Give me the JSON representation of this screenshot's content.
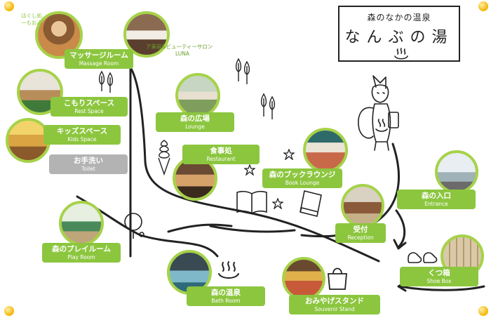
{
  "title": {
    "subtitle": "森のなかの温泉",
    "main": "なんぶの湯"
  },
  "spots": {
    "massage": {
      "ja": "マッサージルーム",
      "en": "Massage Room"
    },
    "komori": {
      "ja": "こもりスペース",
      "en": "Rest Space"
    },
    "kids": {
      "ja": "キッズスペース",
      "en": "Kids Space"
    },
    "toilet": {
      "ja": "お手洗い",
      "en": "Toilet"
    },
    "hiroba": {
      "ja": "森の広場",
      "en": "Lounge"
    },
    "restaurant": {
      "ja": "食事処",
      "en": "Restaurant"
    },
    "book": {
      "ja": "森のブックラウンジ",
      "en": "Book Lounge"
    },
    "entrance": {
      "ja": "森の入口",
      "en": "Entrance"
    },
    "reception": {
      "ja": "受付",
      "en": "Reception"
    },
    "play": {
      "ja": "森のプレイルーム",
      "en": "Play Room"
    },
    "bath": {
      "ja": "森の温泉",
      "en": "Bath Room"
    },
    "souvenir": {
      "ja": "おみやげスタンド",
      "en": "Souvenir Stand"
    },
    "shoebox": {
      "ja": "くつ箱",
      "en": "Shoe Box"
    }
  },
  "annotations": {
    "hogushi_1": "ほぐし処",
    "hogushi_2": "ーもおみ",
    "salon_1": "ア美容&ビューティーサロン",
    "salon_2": "LUNA"
  },
  "colors": {
    "label_green": "#8cc63f",
    "label_grey": "#b3b3b3",
    "photo_ring": "#a6d24a",
    "line": "#222222"
  }
}
